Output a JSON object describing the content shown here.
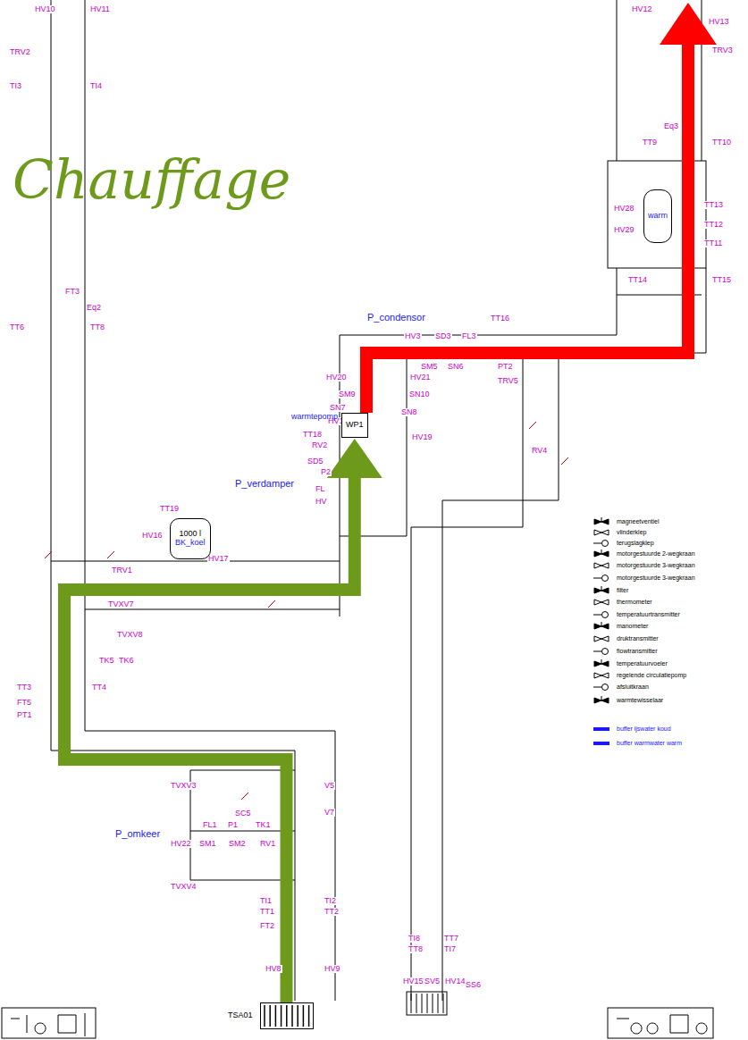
{
  "diagram": {
    "title": "Chauffage",
    "nodes": [
      {
        "text": [
          "warm"
        ]
      },
      {
        "text": [
          "warmtepomp",
          "WP1"
        ]
      },
      {
        "text": [
          "1000 l",
          "BK_koel"
        ]
      },
      {
        "text": [
          "TSA01"
        ]
      }
    ],
    "edges": [
      {
        "from": 3,
        "to": 1,
        "arrow": "to"
      }
    ],
    "labels": [
      "HV10",
      "HV11",
      "TRV2",
      "TI3",
      "TI4",
      "FT3",
      "Eq2",
      "TT6",
      "TT8",
      "HV12",
      "HV13",
      "TRV3",
      "Eq3",
      "TT9",
      "TT10",
      "HV28",
      "HV29",
      "TT13",
      "TT12",
      "TT11",
      "TT14",
      "TT15",
      "P_condensor",
      "TT16",
      "HV3",
      "SD3",
      "FL3",
      "SM5",
      "SN6",
      "PT2",
      "TRV5",
      "HV20",
      "HV21",
      "SM9",
      "SN10",
      "SN7",
      "SN8",
      "HV18",
      "HV19",
      "TT18",
      "RV2",
      "SD5",
      "P2",
      "FL",
      "HV",
      "P_verdamper",
      "RV4",
      "TT19",
      "HV16",
      "HV17",
      "TRV1",
      "TVXV7",
      "TVXV8",
      "TK5",
      "TK6",
      "TT3",
      "TT4",
      "FT5",
      "PT1",
      "TVXV3",
      "V5",
      "P_omkeer",
      "SC5",
      "FL1",
      "P1",
      "TK1",
      "HV22",
      "SM1",
      "SM2",
      "RV1",
      "TVXV4",
      "V7",
      "TI1",
      "TT1",
      "TI2",
      "TT2",
      "FT2",
      "HV8",
      "HV9",
      "TI8",
      "TT8",
      "TT7",
      "TI7",
      "HV15",
      "SV5",
      "HV14",
      "SS6"
    ],
    "legend": [
      {
        "text": "magneetventiel"
      },
      {
        "text": "vlinderklep"
      },
      {
        "text": "terugslagklep"
      },
      {
        "text": "motorgestuurde 2-wegkraan"
      },
      {
        "text": "motorgestuurde 3-wegkraan"
      },
      {
        "text": "motorgestuurde 3-wegkraan"
      },
      {
        "text": "filter"
      },
      {
        "text": "thermometer"
      },
      {
        "text": "temperatuurtransmitter"
      },
      {
        "text": "manometer"
      },
      {
        "text": "druktransmitter"
      },
      {
        "text": "flowtransmitter"
      },
      {
        "text": "temperatuurvoeler"
      },
      {
        "text": "regelende circulatiepomp"
      },
      {
        "text": "afsluitkraan"
      },
      {
        "text": "warmtewisselaar"
      },
      {
        "text": "buffer ijswater koud"
      },
      {
        "text": "buffer warmwater warm"
      }
    ]
  }
}
